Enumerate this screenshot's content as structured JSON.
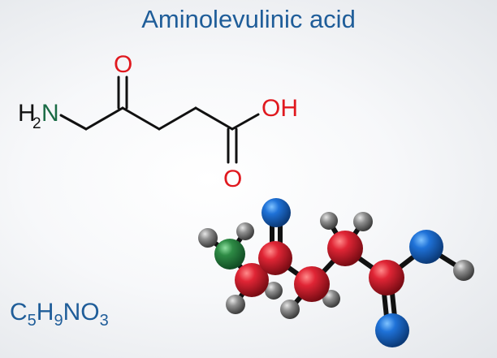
{
  "title": "Aminolevulinic acid",
  "formula": {
    "parts": [
      {
        "t": "C",
        "sub": "5"
      },
      {
        "t": "H",
        "sub": "9"
      },
      {
        "t": "N",
        "sub": ""
      },
      {
        "t": "O",
        "sub": "3"
      }
    ]
  },
  "structure": {
    "h_label": "H",
    "h_count": "2",
    "n_label": "N",
    "o_top": "O",
    "oh_label": "OH",
    "o_bottom": "O"
  },
  "colors": {
    "title": "#1f5d99",
    "bond": "#111111",
    "nitrogen": "#1a6b45",
    "oxygen": "#e0191f",
    "carbon_ball": "#d01c2a",
    "oxygen_ball": "#1a6bd1",
    "nitrogen_ball": "#2e8b45",
    "hydrogen_ball": "#8c8c8c"
  }
}
